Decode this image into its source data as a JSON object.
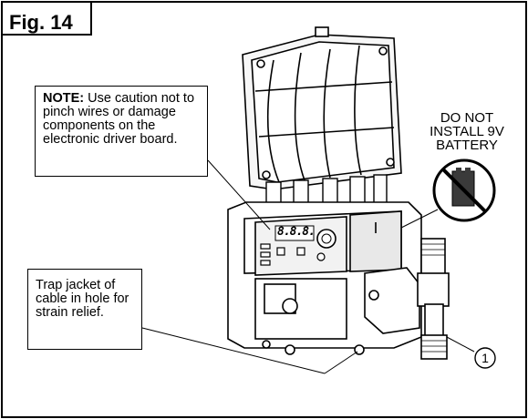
{
  "figure": {
    "label": "Fig. 14",
    "note": {
      "prefix": "NOTE:",
      "text": " Use caution not to pinch wires or damage components on the electronic driver board."
    },
    "trap_note": "Trap jacket of cable in hole for strain relief.",
    "battery_warning": "DO NOT INSTALL 9V BATTERY",
    "display_digits": "8.8.8.",
    "callout_number": "1"
  },
  "colors": {
    "border": "#000000",
    "panel_gray": "#d8d8d8",
    "dark": "#3a3a3a"
  }
}
